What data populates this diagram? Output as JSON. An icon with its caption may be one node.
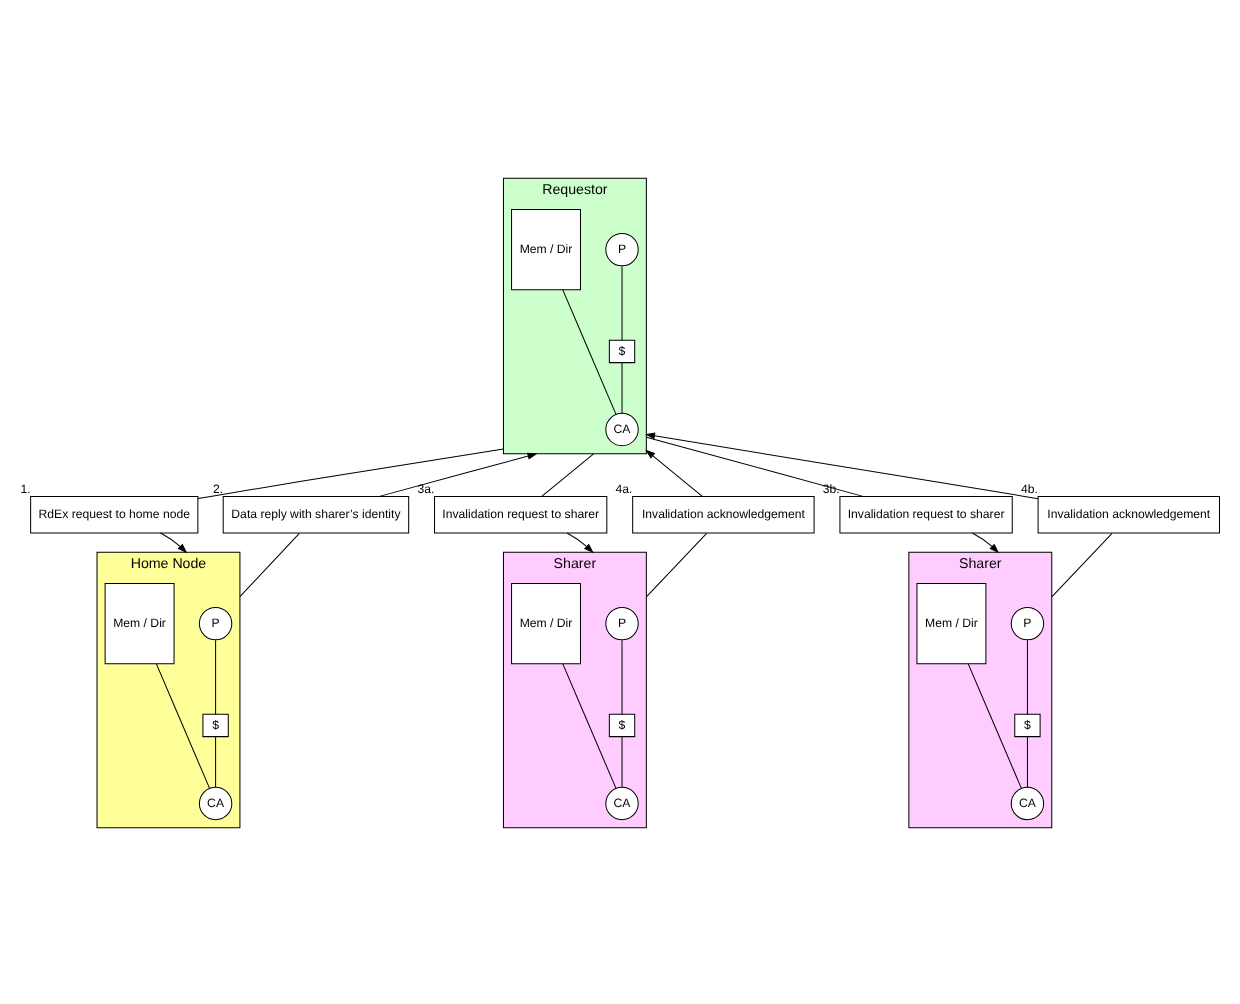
{
  "diagram": {
    "nodes": [
      {
        "text": [
          "Requestor"
        ]
      },
      {
        "text": [
          "P"
        ],
        "in": 0
      },
      {
        "text": [
          "$"
        ],
        "in": 0
      },
      {
        "text": [
          "CA"
        ],
        "in": 0
      },
      {
        "text": [
          "Mem / Dir"
        ],
        "in": 0
      },
      {
        "text": [
          "Home Node"
        ]
      },
      {
        "text": [
          "P"
        ],
        "in": 5
      },
      {
        "text": [
          "$"
        ],
        "in": 5
      },
      {
        "text": [
          "CA"
        ],
        "in": 5
      },
      {
        "text": [
          "Mem / Dir"
        ],
        "in": 5
      },
      {
        "text": [
          "Sharer"
        ]
      },
      {
        "text": [
          "P"
        ],
        "in": 10
      },
      {
        "text": [
          "$"
        ],
        "in": 10
      },
      {
        "text": [
          "CA"
        ],
        "in": 10
      },
      {
        "text": [
          "Mem / Dir"
        ],
        "in": 10
      },
      {
        "text": [
          "Sharer"
        ]
      },
      {
        "text": [
          "P"
        ],
        "in": 15
      },
      {
        "text": [
          "$"
        ],
        "in": 15
      },
      {
        "text": [
          "CA"
        ],
        "in": 15
      },
      {
        "text": [
          "Mem / Dir"
        ],
        "in": 15
      },
      {
        "text": [
          "RdEx request to home node"
        ],
        "beside": [
          "1."
        ]
      },
      {
        "text": [
          "Data reply with sharer’s identity"
        ],
        "beside": [
          "2."
        ]
      },
      {
        "text": [
          "Invalidation request to sharer"
        ],
        "beside": [
          "3a."
        ]
      },
      {
        "text": [
          "Invalidation acknowledgement"
        ],
        "beside": [
          "4a."
        ]
      },
      {
        "text": [
          "Invalidation request to sharer"
        ],
        "beside": [
          "3b."
        ]
      },
      {
        "text": [
          "Invalidation acknowledgement"
        ],
        "beside": [
          "4b."
        ]
      }
    ],
    "edges": [
      {
        "from": 1,
        "to": 2,
        "arrow": "none"
      },
      {
        "from": 2,
        "to": 3,
        "arrow": "none"
      },
      {
        "from": 3,
        "to": 4,
        "arrow": "none"
      },
      {
        "from": 6,
        "to": 7,
        "arrow": "none"
      },
      {
        "from": 7,
        "to": 8,
        "arrow": "none"
      },
      {
        "from": 8,
        "to": 9,
        "arrow": "none"
      },
      {
        "from": 11,
        "to": 12,
        "arrow": "none"
      },
      {
        "from": 12,
        "to": 13,
        "arrow": "none"
      },
      {
        "from": 13,
        "to": 14,
        "arrow": "none"
      },
      {
        "from": 16,
        "to": 17,
        "arrow": "none"
      },
      {
        "from": 17,
        "to": 18,
        "arrow": "none"
      },
      {
        "from": 18,
        "to": 19,
        "arrow": "none"
      },
      {
        "from": 0,
        "to": 20,
        "arrow": "none"
      },
      {
        "from": 20,
        "to": 5,
        "arrow": "to"
      },
      {
        "from": 5,
        "to": 21,
        "arrow": "none"
      },
      {
        "from": 21,
        "to": 0,
        "arrow": "to"
      },
      {
        "from": 0,
        "to": 22,
        "arrow": "none"
      },
      {
        "from": 22,
        "to": 10,
        "arrow": "to"
      },
      {
        "from": 10,
        "to": 23,
        "arrow": "none"
      },
      {
        "from": 23,
        "to": 0,
        "arrow": "to"
      },
      {
        "from": 0,
        "to": 24,
        "arrow": "none"
      },
      {
        "from": 24,
        "to": 15,
        "arrow": "to"
      },
      {
        "from": 15,
        "to": 25,
        "arrow": "none"
      },
      {
        "from": 25,
        "to": 0,
        "arrow": "to"
      }
    ]
  }
}
